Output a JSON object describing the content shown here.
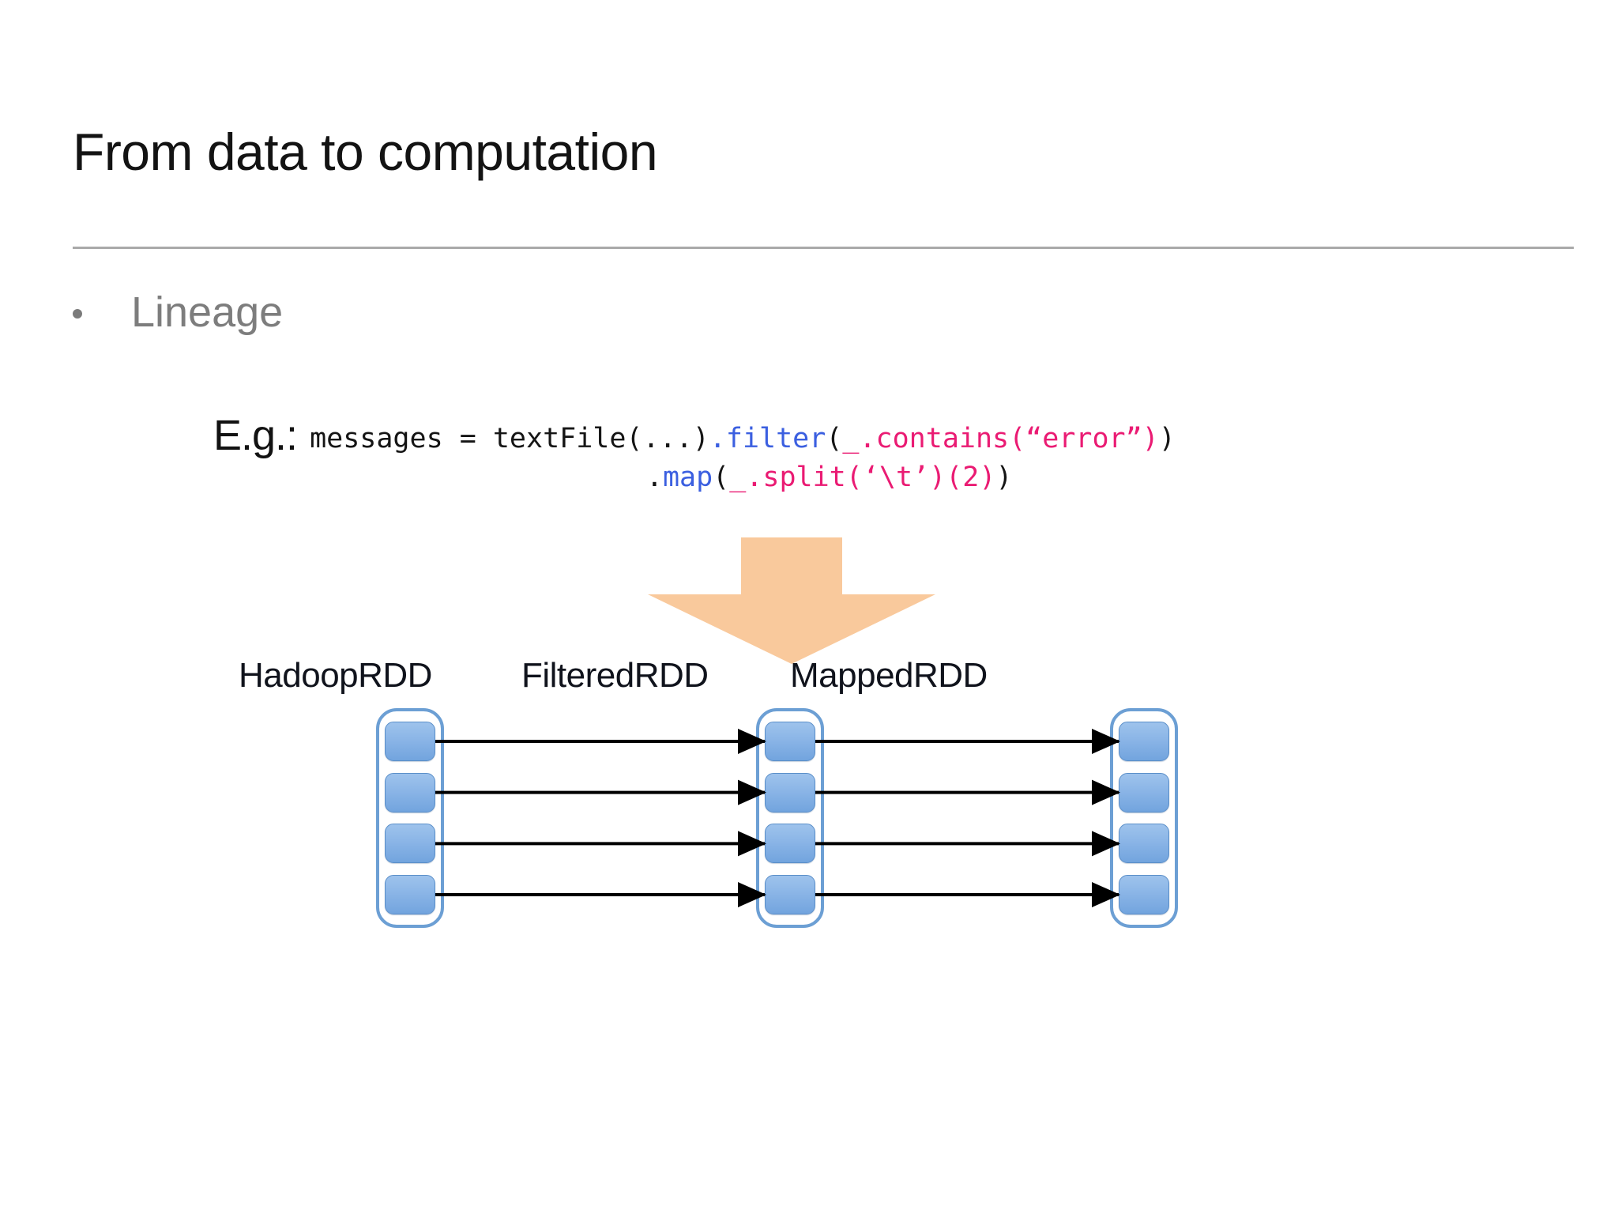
{
  "slide": {
    "title": "From data to computation",
    "bullets": [
      {
        "marker": "•",
        "label": "Lineage"
      }
    ]
  },
  "diagram": {
    "eg_label": "E.g.:",
    "code": {
      "line1": [
        {
          "text": "messages = textFile(...)",
          "style": "plain"
        },
        {
          "text": ".filter",
          "style": "method"
        },
        {
          "text": "(",
          "style": "plain"
        },
        {
          "text": "_.contains(“error”)",
          "style": "lambda"
        },
        {
          "text": ")",
          "style": "plain"
        }
      ],
      "line2_indent": "                          ",
      "line2": [
        {
          "text": ".",
          "style": "plain"
        },
        {
          "text": "map",
          "style": "method"
        },
        {
          "text": "(",
          "style": "plain"
        },
        {
          "text": "_.split(‘\\t’)(2)",
          "style": "lambda"
        },
        {
          "text": ")",
          "style": "plain"
        }
      ],
      "line1_plain": "messages = textFile(...).filter(_.contains(“error”))",
      "line2_plain": ".map(_.split(‘\\t’)(2))"
    },
    "transform_arrow": {
      "direction": "down",
      "color": "#f9c99c"
    },
    "stages": [
      {
        "name": "HadoopRDD",
        "partitions": 4
      },
      {
        "name": "FilteredRDD",
        "partitions": 4
      },
      {
        "name": "MappedRDD",
        "partitions": 4
      }
    ],
    "edges": [
      {
        "from": "HadoopRDD",
        "to": "FilteredRDD",
        "partition": 1
      },
      {
        "from": "HadoopRDD",
        "to": "FilteredRDD",
        "partition": 2
      },
      {
        "from": "HadoopRDD",
        "to": "FilteredRDD",
        "partition": 3
      },
      {
        "from": "HadoopRDD",
        "to": "FilteredRDD",
        "partition": 4
      },
      {
        "from": "FilteredRDD",
        "to": "MappedRDD",
        "partition": 1
      },
      {
        "from": "FilteredRDD",
        "to": "MappedRDD",
        "partition": 2
      },
      {
        "from": "FilteredRDD",
        "to": "MappedRDD",
        "partition": 3
      },
      {
        "from": "FilteredRDD",
        "to": "MappedRDD",
        "partition": 4
      }
    ]
  },
  "colors": {
    "background": "#ffffff",
    "title_text": "#131313",
    "rule": "#a9a9a9",
    "bullet_text": "#7d7d7d",
    "code_plain": "#151515",
    "code_method": "#3b5fe0",
    "code_lambda": "#ea1b73",
    "arrow_fill": "#f9c99c",
    "rdd_border": "#6c9fd4",
    "partition_fill": "#8cb6e7",
    "connector": "#000000",
    "stage_label": "#10131c"
  }
}
